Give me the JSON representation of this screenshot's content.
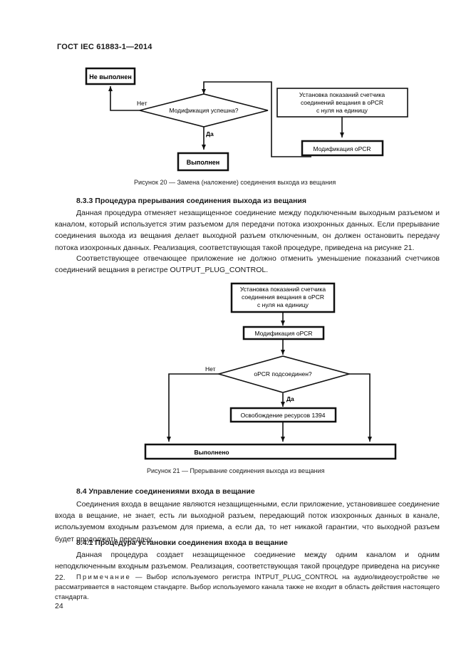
{
  "header": {
    "standard": "ГОСТ IEC 61883-1—2014"
  },
  "figure20": {
    "not_done": "Не выполнен",
    "decision": "Модификация успешна?",
    "no": "Нет",
    "yes": "Да",
    "done": "Выполнен",
    "counter_box": [
      "Установка показаний счетчика",
      "соединений вещания в oPCR",
      "с нуля на единицу"
    ],
    "modify": "Модификация oPCR",
    "caption": "Рисунок  20 — Замена (наложение) соединения выхода из вещания"
  },
  "section_833": {
    "heading": "8.3.3  Процедура прерывания соединения выхода из вещания",
    "p1": "Данная процедура отменяет незащищенное соединение между подключенным выходным разъемом и каналом, который используется этим разъемом для передачи потока изохронных данных. Если прерывание соединения выхода из вещания делает выходной разъем отключенным, он должен остановить передачу потока изохронных данных. Реализация, соответствующая такой процедуре, приведена на рисунке 21.",
    "p2": "Соответствующее отвечающее приложение не должно отменить уменьшение показаний счетчиков соединений вещания в регистре OUTPUT_PLUG_CONTROL."
  },
  "figure21": {
    "counter_box": [
      "Установка показаний счетчика",
      "соединения вещания в oPCR",
      "с нуля на единицу"
    ],
    "modify": "Модификация oPCR",
    "decision": "oPCR подсоединен?",
    "no": "Нет",
    "yes": "Да",
    "release": "Освобождение ресурсов 1394",
    "done": "Выполнено",
    "caption": "Рисунок  21 — Прерывание соединения выхода из вещания"
  },
  "section_84": {
    "heading": "8.4  Управление соединениями входа в вещание",
    "p1": "Соединения входа в вещание являются незащищенными, если приложение, установившее соединение входа в вещание, не знает, есть ли выходной разъем, передающий поток изохронных данных в канале, используемом входным разъемом для приема, а если да, то нет никакой гарантии, что выходной разъем будет продолжать передачу."
  },
  "section_841": {
    "heading": "8.4.1  Процедура установки соединения входа в вещание",
    "p1": "Данная процедура создает незащищенное соединение между одним каналом и одним неподключенным входным разъемом. Реализация, соответствующая такой процедуре приведена на рисунке 22.",
    "note_label": "Примечание",
    "note_text": " — Выбор используемого регистра INTPUT_PLUG_CONTROL на аудио/видеоустройстве не рассматривается в настоящем стандарте. Выбор используемого канала также не входит в область действия настоящего стандарта."
  },
  "footer": {
    "page_number": "24"
  }
}
